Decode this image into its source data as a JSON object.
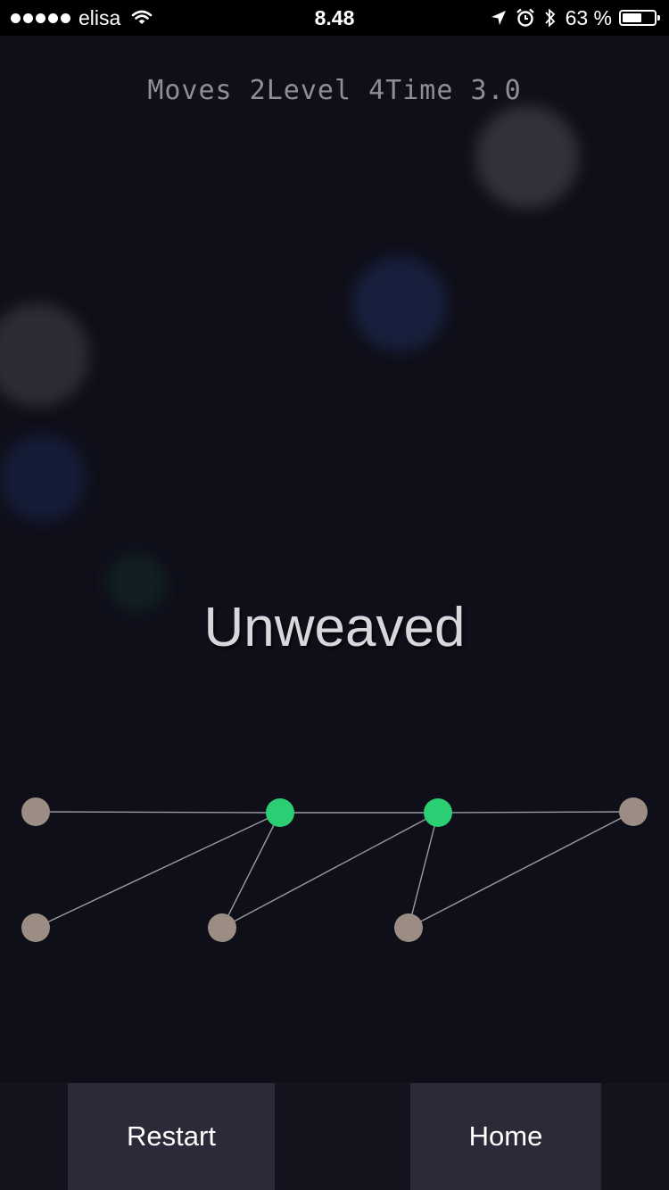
{
  "status_bar": {
    "carrier": "elisa",
    "time": "8.48",
    "battery_percent": "63 %",
    "battery_level": 0.63
  },
  "stats": {
    "text": "Moves 2Level 4Time 3.0"
  },
  "result": {
    "title": "Unweaved"
  },
  "puzzle": {
    "top_nodes": [
      "gray",
      "green",
      "green",
      "gray"
    ],
    "bottom_nodes": [
      "gray",
      "gray",
      "gray"
    ],
    "edges": [
      [
        "t0",
        "t1"
      ],
      [
        "t1",
        "t2"
      ],
      [
        "t2",
        "t3"
      ],
      [
        "t1",
        "b0"
      ],
      [
        "t1",
        "b1"
      ],
      [
        "t2",
        "b1"
      ],
      [
        "t2",
        "b2"
      ],
      [
        "t3",
        "b2"
      ]
    ]
  },
  "colors": {
    "node_gray": "#9b8d84",
    "node_green": "#2bce72",
    "edge": "#9a9aa4"
  },
  "buttons": {
    "restart": "Restart",
    "home": "Home"
  }
}
